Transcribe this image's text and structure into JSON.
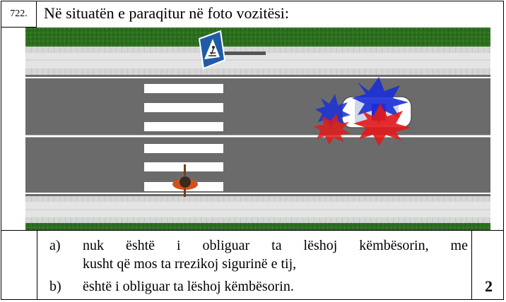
{
  "question": {
    "number": "722.",
    "title": "Në situatën e paraqitur në foto vozitësi:"
  },
  "options": [
    {
      "letter": "a)",
      "line1": "nuk është i obliguar ta lëshoj këmbësorin, me",
      "line2": "kusht që mos ta rrezikoj sigurinë e tij,"
    },
    {
      "letter": "b)",
      "text": "është i obliguar ta lëshoj këmbësorin."
    }
  ],
  "points": "2",
  "scene": {
    "icons": [
      "pedestrian-crossing-sign-icon",
      "pedestrian-icon",
      "police-car-icon"
    ],
    "colors": {
      "grass": "#2c6e1f",
      "road": "#6b6b6b",
      "sidewalk": "#d8d8d8",
      "sign": "#1f5ba8",
      "siren_blue": "#1a2fd6",
      "siren_red": "#e11a1a",
      "pedestrian": "#d2521c"
    }
  }
}
